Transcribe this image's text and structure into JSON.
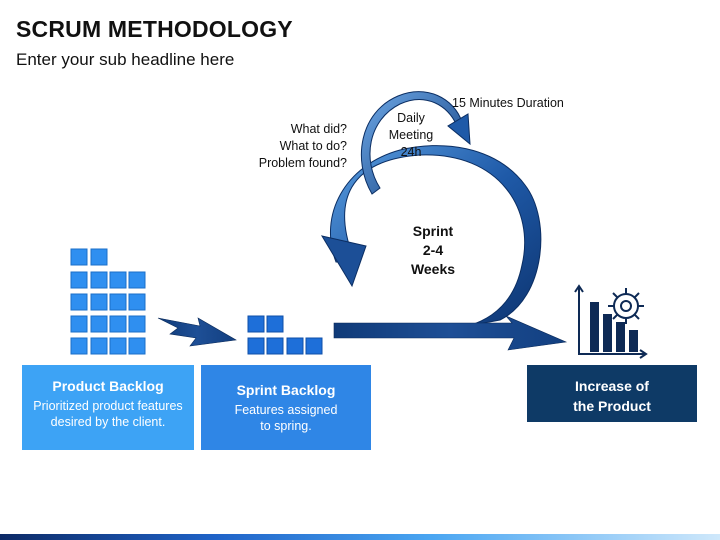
{
  "header": {
    "title": "SCRUM METHODOLOGY",
    "subtitle": "Enter your sub headline here"
  },
  "daily": {
    "duration": "15 Minutes Duration",
    "meeting_lines": [
      "Daily",
      "Meeting",
      "24h"
    ],
    "questions": [
      "What did?",
      "What to do?",
      "Problem found?"
    ]
  },
  "sprint": {
    "lines": [
      "Sprint",
      "2-4",
      "Weeks"
    ]
  },
  "product_backlog": {
    "title": "Product Backlog",
    "desc": [
      "Prioritized product features",
      "desired by the client."
    ]
  },
  "sprint_backlog": {
    "title": "Sprint Backlog",
    "desc": [
      "Features assigned",
      "to spring."
    ]
  },
  "increase": {
    "lines": [
      "Increase of",
      "the Product"
    ]
  },
  "colors": {
    "light_blue": "#3da3f5",
    "mid_blue": "#2f86e6",
    "navy": "#0e3a66",
    "arrow_dark": "#0f3a78",
    "arrow_light": "#4a8fd4"
  },
  "icons": [
    "chart-gear-icon"
  ]
}
